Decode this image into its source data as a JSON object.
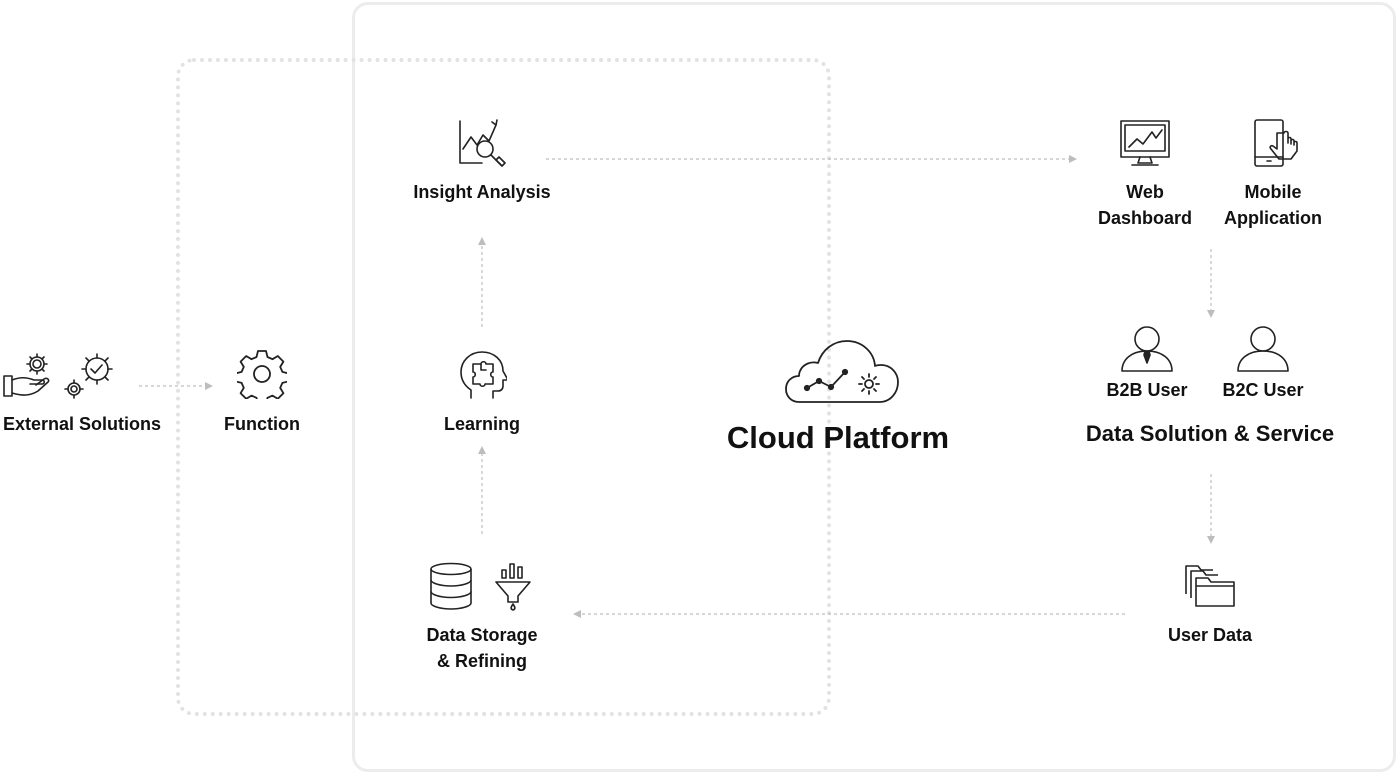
{
  "external_solutions": {
    "label": "External Solutions",
    "icon": "hand-gears-icon"
  },
  "function": {
    "label": "Function",
    "icon": "gear-icon"
  },
  "insight_analysis": {
    "label": "Insight Analysis",
    "icon": "chart-magnifier-icon"
  },
  "learning": {
    "label": "Learning",
    "icon": "head-puzzle-icon"
  },
  "data_storage": {
    "label_line1": "Data Storage",
    "label_line2": "& Refining",
    "icons": [
      "database-icon",
      "funnel-icon"
    ]
  },
  "cloud_platform": {
    "title": "Cloud Platform",
    "icon": "cloud-analytics-icon"
  },
  "web_dashboard": {
    "label_line1": "Web",
    "label_line2": "Dashboard",
    "icon": "monitor-chart-icon"
  },
  "mobile_application": {
    "label_line1": "Mobile",
    "label_line2": "Application",
    "icon": "mobile-touch-icon"
  },
  "b2b_user": {
    "label": "B2B User",
    "icon": "user-tie-icon"
  },
  "b2c_user": {
    "label": "B2C User",
    "icon": "user-icon"
  },
  "data_service": {
    "title": "Data Solution & Service"
  },
  "user_data": {
    "label": "User Data",
    "icon": "folders-icon"
  },
  "colors": {
    "text": "#111111",
    "icon_stroke": "#222222",
    "frame": "#ececec",
    "dotted_frame": "#e2e2e2",
    "arrow": "#bdbdbd"
  }
}
